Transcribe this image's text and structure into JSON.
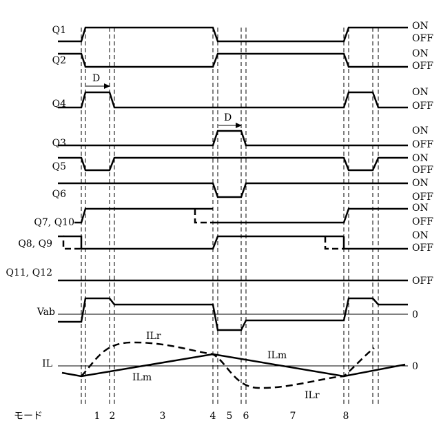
{
  "signals": [
    {
      "id": "q1",
      "label": "Q1",
      "states": [
        "ON",
        "OFF"
      ]
    },
    {
      "id": "q2",
      "label": "Q2",
      "states": [
        "ON",
        "OFF"
      ]
    },
    {
      "id": "q4",
      "label": "Q4",
      "states": [
        "ON",
        "OFF"
      ]
    },
    {
      "id": "q3",
      "label": "Q3",
      "states": [
        "ON",
        "OFF"
      ]
    },
    {
      "id": "q5",
      "label": "Q5",
      "states": [
        "ON",
        "OFF"
      ]
    },
    {
      "id": "q6",
      "label": "Q6",
      "states": [
        "ON",
        "OFF"
      ]
    },
    {
      "id": "q7q10",
      "label": "Q7, Q10",
      "states": [
        "ON",
        "OFF"
      ]
    },
    {
      "id": "q8q9",
      "label": "Q8, Q9",
      "states": [
        "ON",
        "OFF"
      ]
    },
    {
      "id": "q11q12",
      "label": "Q11, Q12",
      "states": [
        "OFF"
      ]
    }
  ],
  "delay_label": "D",
  "vab": {
    "label": "Vab",
    "zero": "0"
  },
  "il": {
    "label": "IL",
    "zero": "0",
    "ilr": "ILr",
    "ilm": "ILm"
  },
  "mode": {
    "label": "モード",
    "numbers": [
      "1",
      "2",
      "3",
      "4",
      "5",
      "6",
      "7",
      "8"
    ]
  }
}
